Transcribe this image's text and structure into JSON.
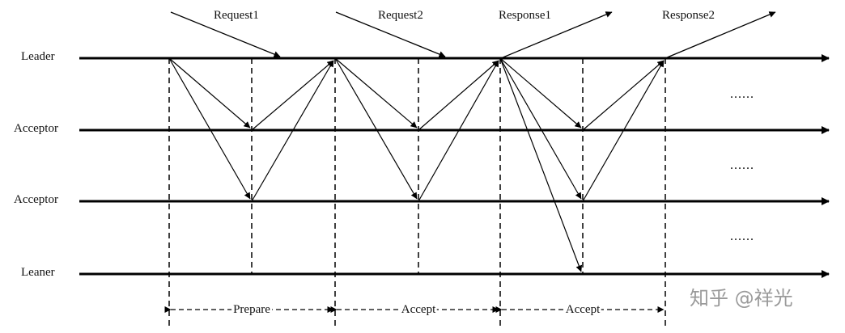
{
  "lanes": [
    {
      "label": "Leader"
    },
    {
      "label": "Acceptor"
    },
    {
      "label": "Acceptor"
    },
    {
      "label": "Leaner"
    }
  ],
  "messages": {
    "request1": "Request1",
    "request2": "Request2",
    "response1": "Response1",
    "response2": "Response2"
  },
  "phases": {
    "prepare": "Prepare",
    "accept1": "Accept",
    "accept2": "Accept"
  },
  "ellipsis": "......",
  "watermark": "知乎 @祥光"
}
